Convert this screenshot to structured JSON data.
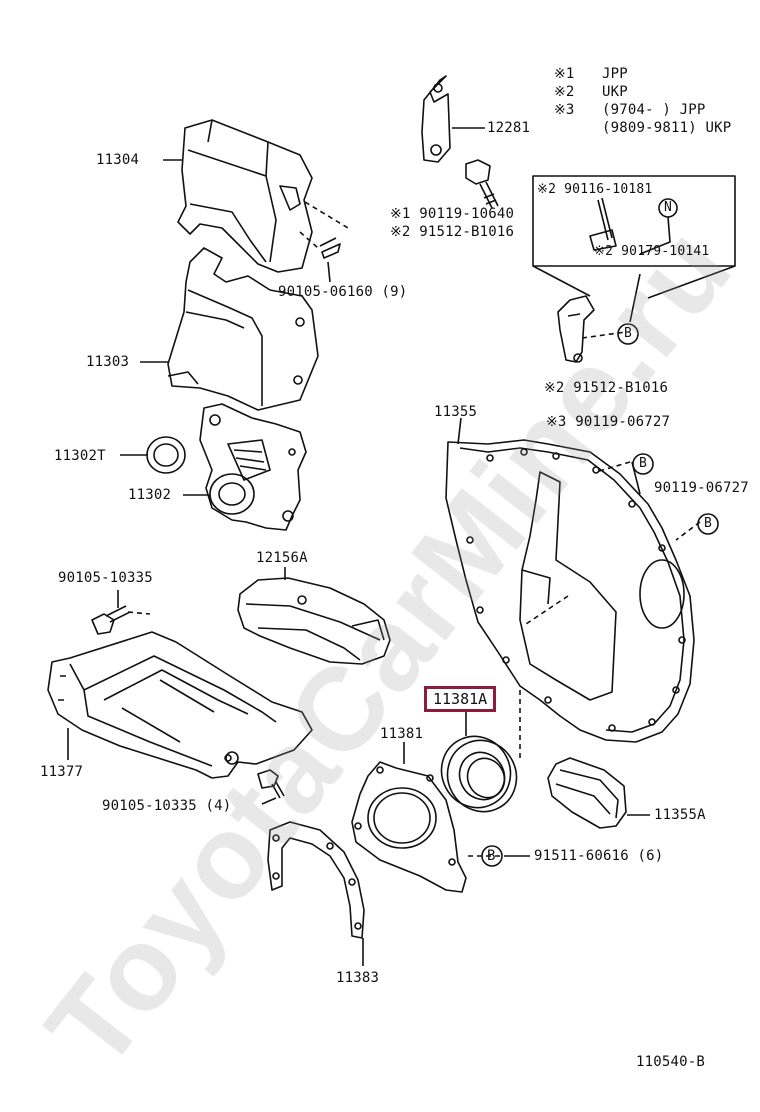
{
  "watermark": "ToyotaCarMine.ru",
  "legend": [
    {
      "mark": "※1",
      "text": "JPP"
    },
    {
      "mark": "※2",
      "text": "UKP"
    },
    {
      "mark": "※3",
      "text": "(9704-     ) JPP"
    },
    {
      "mark": "",
      "text": "(9809-9811) UKP"
    }
  ],
  "parts": {
    "p11304": "11304",
    "p11303": "11303",
    "p11302t": "11302T",
    "p11302": "11302",
    "p12281": "12281",
    "bolt_a1": "※1  90119-10640",
    "bolt_a2": "※2  91512-B1016",
    "bolt_90105_06160": "90105-06160 (9)",
    "inset_stud": "※2 90116-10181",
    "inset_nut": "※2  90179-10141",
    "inset_n": "N",
    "inset_bolt": "※2  91512-B1016",
    "p11355": "11355",
    "bolt_b3": "※3  90119-06727",
    "bolt_b_plain": "90119-06727",
    "p12156a": "12156A",
    "bolt_90105_10335": "90105-10335",
    "p11377": "11377",
    "bolt_90105_10335_4": "90105-10335 (4)",
    "p11381a": "11381A",
    "p11381": "11381",
    "p11355a": "11355A",
    "bolt_91511": "91511-60616 (6)",
    "p11383": "11383",
    "ref_b": "B",
    "diagram_id": "110540-B"
  },
  "highlight_color": "#8c1d3a"
}
